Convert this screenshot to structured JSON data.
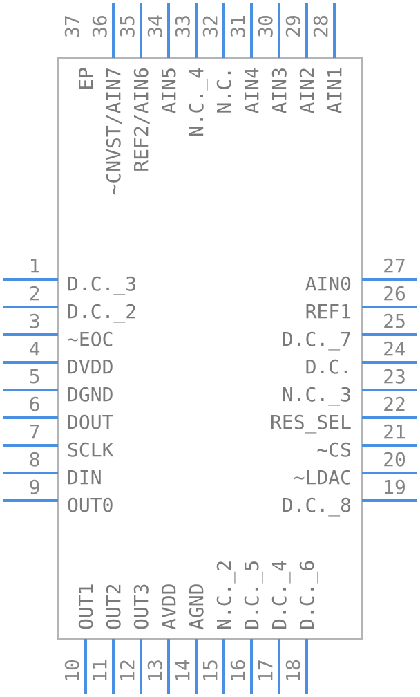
{
  "component": {
    "colors": {
      "pin": "#4a90e2",
      "body": "#b4b4b4",
      "text": "#7a7a7a",
      "number": "#868686"
    },
    "left_pins": [
      {
        "num": "1",
        "name": "D.C._3"
      },
      {
        "num": "2",
        "name": "D.C._2"
      },
      {
        "num": "3",
        "name": "~EOC"
      },
      {
        "num": "4",
        "name": "DVDD"
      },
      {
        "num": "5",
        "name": "DGND"
      },
      {
        "num": "6",
        "name": "DOUT"
      },
      {
        "num": "7",
        "name": "SCLK"
      },
      {
        "num": "8",
        "name": "DIN"
      },
      {
        "num": "9",
        "name": "OUT0"
      }
    ],
    "bottom_pins": [
      {
        "num": "10",
        "name": "OUT1"
      },
      {
        "num": "11",
        "name": "OUT2"
      },
      {
        "num": "12",
        "name": "OUT3"
      },
      {
        "num": "13",
        "name": "AVDD"
      },
      {
        "num": "14",
        "name": "AGND"
      },
      {
        "num": "15",
        "name": "N.C._2"
      },
      {
        "num": "16",
        "name": "D.C._5"
      },
      {
        "num": "17",
        "name": "D.C._4"
      },
      {
        "num": "18",
        "name": "D.C._6"
      }
    ],
    "right_pins": [
      {
        "num": "19",
        "name": "D.C._8"
      },
      {
        "num": "20",
        "name": "~LDAC"
      },
      {
        "num": "21",
        "name": "~CS"
      },
      {
        "num": "22",
        "name": "RES_SEL"
      },
      {
        "num": "23",
        "name": "N.C._3"
      },
      {
        "num": "24",
        "name": "D.C."
      },
      {
        "num": "25",
        "name": "D.C._7"
      },
      {
        "num": "26",
        "name": "REF1"
      },
      {
        "num": "27",
        "name": "AIN0"
      }
    ],
    "top_pins": [
      {
        "num": "28",
        "name": "AIN1"
      },
      {
        "num": "29",
        "name": "AIN2"
      },
      {
        "num": "30",
        "name": "AIN3"
      },
      {
        "num": "31",
        "name": "AIN4"
      },
      {
        "num": "32",
        "name": "N.C."
      },
      {
        "num": "33",
        "name": "N.C._4"
      },
      {
        "num": "34",
        "name": "AIN5"
      },
      {
        "num": "35",
        "name": "REF2/AIN6"
      },
      {
        "num": "36",
        "name": "~CNVST/AIN7"
      },
      {
        "num": "37",
        "name": "EP"
      }
    ]
  }
}
